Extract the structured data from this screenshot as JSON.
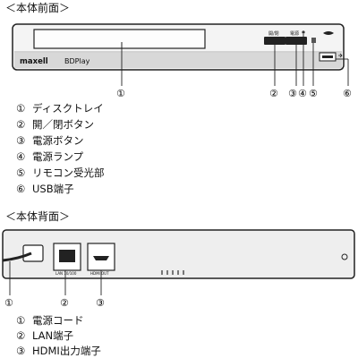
{
  "front": {
    "title": "＜本体前面＞",
    "brand": "maxell",
    "logo": "BDPlay",
    "button_labels": [
      "開/閉",
      "電源"
    ],
    "callouts": [
      "①",
      "②",
      "③",
      "④",
      "⑤",
      "⑥"
    ],
    "legend": [
      {
        "num": "①",
        "label": "ディスクトレイ"
      },
      {
        "num": "②",
        "label": "開／閉ボタン"
      },
      {
        "num": "③",
        "label": "電源ボタン"
      },
      {
        "num": "④",
        "label": "電源ランプ"
      },
      {
        "num": "⑤",
        "label": "リモコン受光部"
      },
      {
        "num": "⑥",
        "label": "USB端子"
      }
    ]
  },
  "back": {
    "title": "＜本体背面＞",
    "port_labels": [
      "LAN 10/100",
      "HDMI OUT"
    ],
    "callouts": [
      "①",
      "②",
      "③"
    ],
    "legend": [
      {
        "num": "①",
        "label": "電源コード"
      },
      {
        "num": "②",
        "label": "LAN端子"
      },
      {
        "num": "③",
        "label": "HDMI出力端子"
      }
    ]
  }
}
